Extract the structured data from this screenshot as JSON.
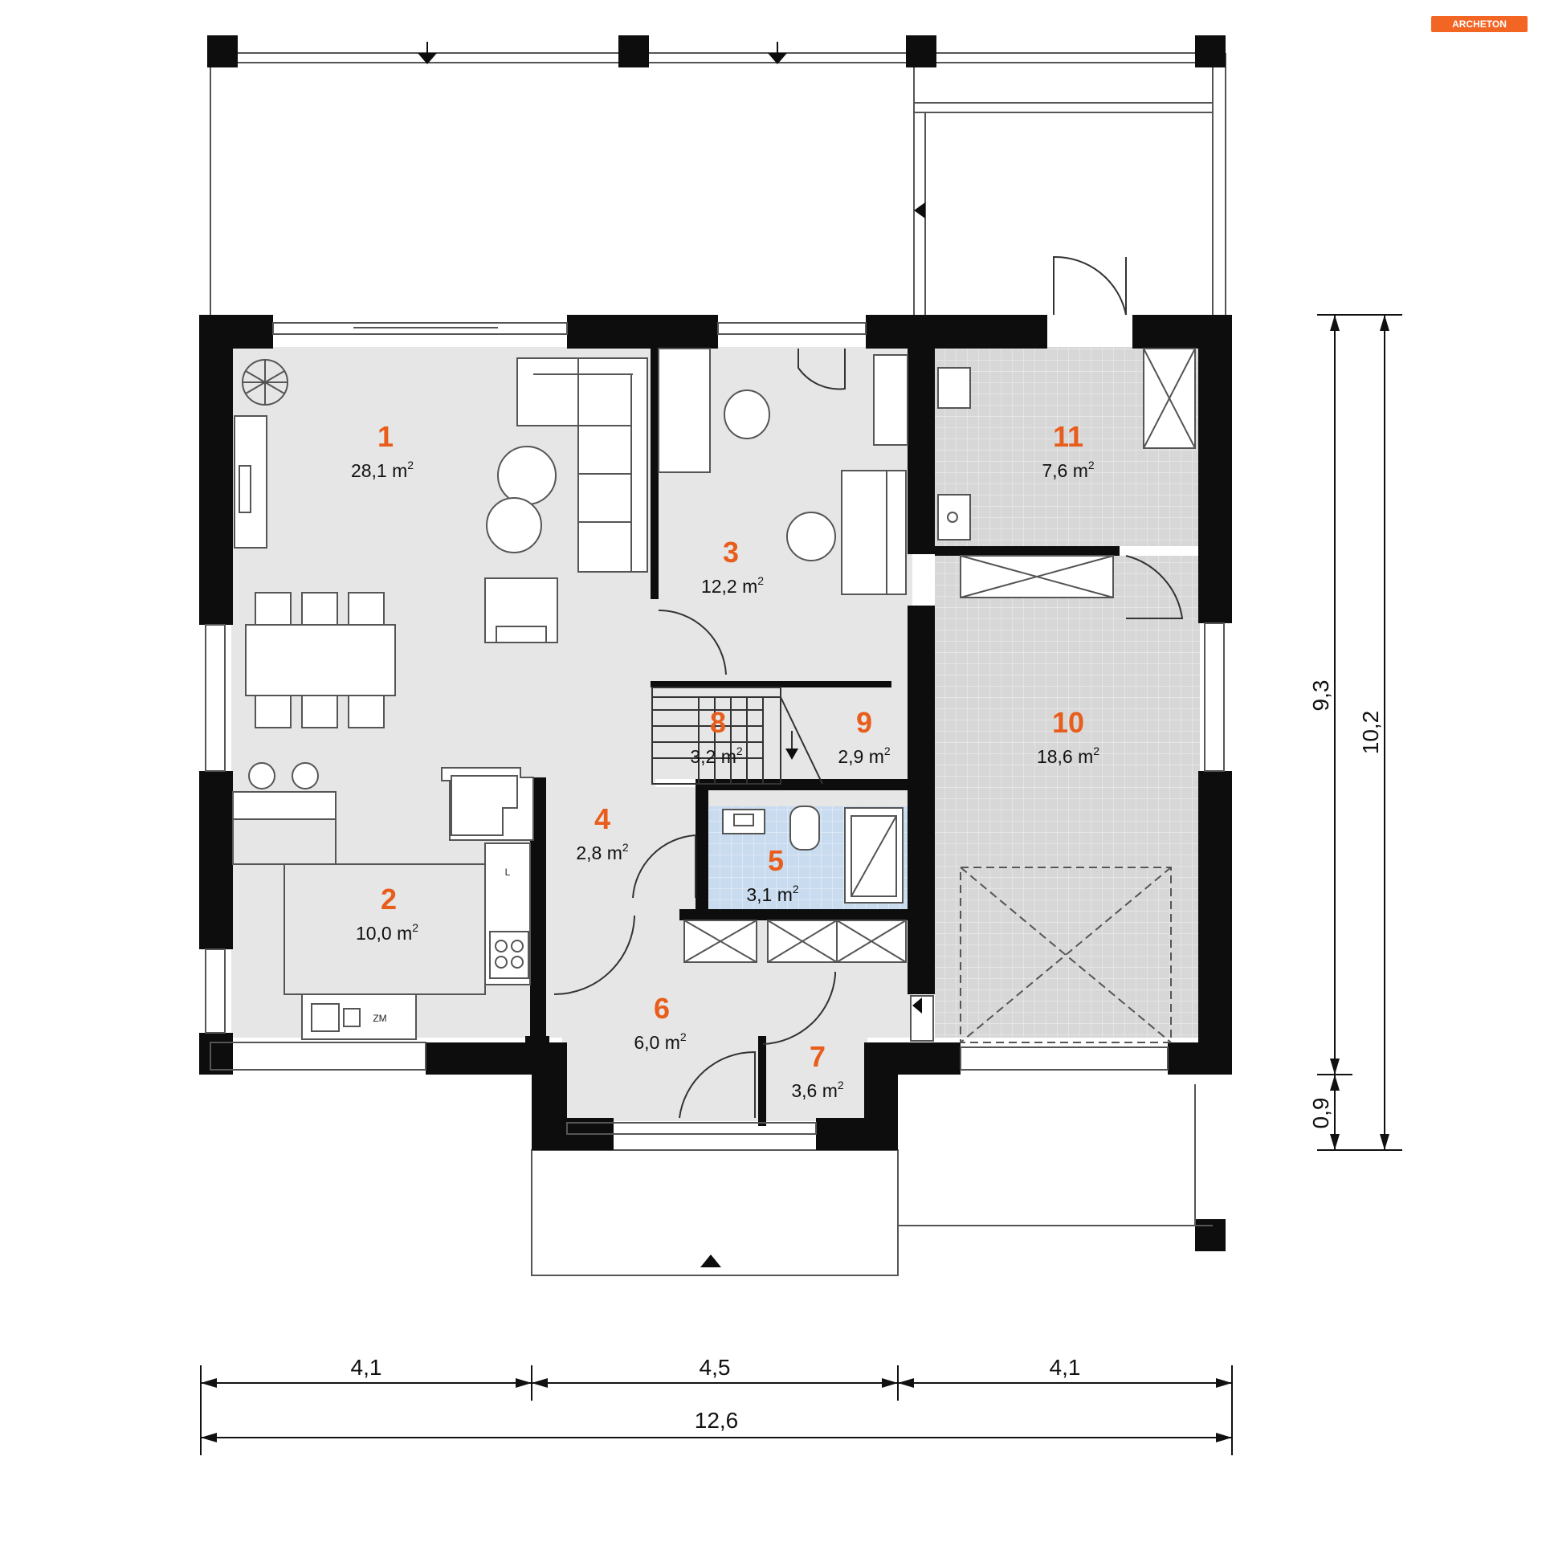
{
  "brand": {
    "logo": "ARCHETON",
    "accent": "#f26522"
  },
  "rooms": [
    {
      "number": "1",
      "area": "28,1 m"
    },
    {
      "number": "2",
      "area": "10,0 m"
    },
    {
      "number": "3",
      "area": "12,2 m"
    },
    {
      "number": "4",
      "area": "2,8 m"
    },
    {
      "number": "5",
      "area": "3,1 m"
    },
    {
      "number": "6",
      "area": "6,0 m"
    },
    {
      "number": "7",
      "area": "3,6 m"
    },
    {
      "number": "8",
      "area": "3,2 m"
    },
    {
      "number": "9",
      "area": "2,9 m"
    },
    {
      "number": "10",
      "area": "18,6 m"
    },
    {
      "number": "11",
      "area": "7,6 m"
    }
  ],
  "area_unit_exponent": "2",
  "dimensions": {
    "bottom": [
      "4,1",
      "4,5",
      "4,1"
    ],
    "bottom_total": "12,6",
    "right_inner": [
      "9,3",
      "0,9"
    ],
    "right_total": "10,2"
  },
  "labels": {
    "zm": "ZM",
    "fridge": "L"
  },
  "colors": {
    "wall": "#0d0d0d",
    "floor": "#e6e6e6",
    "tile_gray": "#d9d9d9",
    "tile_blue": "#cfe0f2",
    "room_number": "#e85d1c"
  }
}
